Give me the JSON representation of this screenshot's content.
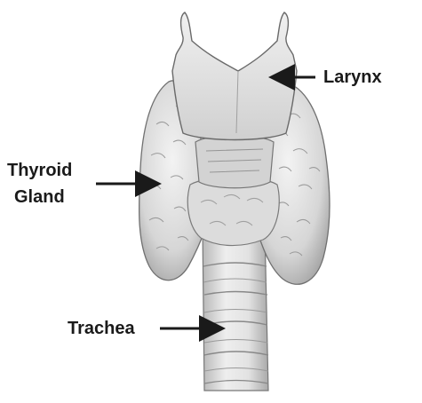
{
  "labels": {
    "larynx": "Larynx",
    "thyroid_line1": "Thyroid",
    "thyroid_line2": "Gland",
    "trachea": "Trachea"
  },
  "colors": {
    "tissue_fill": "#e6e6e6",
    "tissue_shadow": "#a8a8a8",
    "outline": "#6e6e6e",
    "arrow": "#1a1a1a",
    "text": "#1a1a1a"
  }
}
